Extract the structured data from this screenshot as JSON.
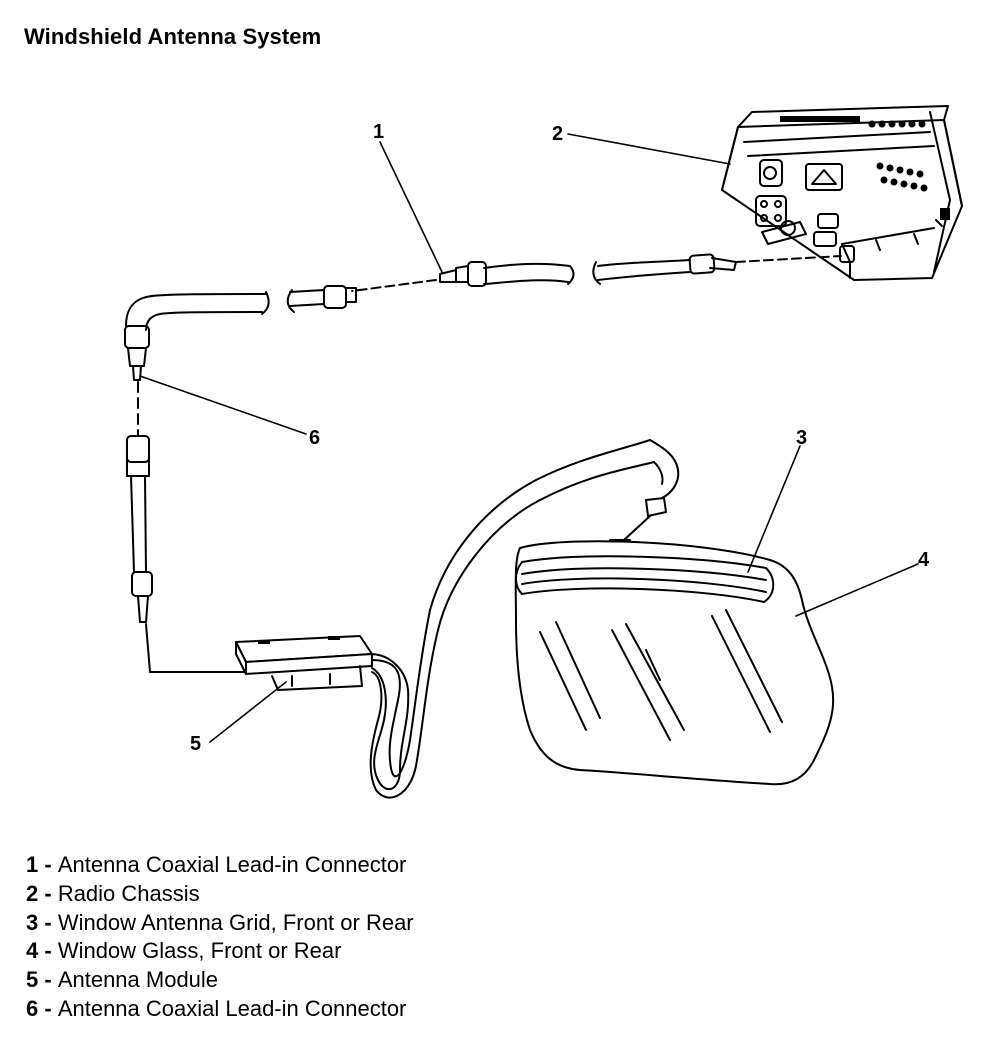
{
  "title": "Windshield Antenna System",
  "callouts": [
    "1",
    "2",
    "3",
    "4",
    "5",
    "6"
  ],
  "legend": [
    {
      "number": "1",
      "separator": " - ",
      "text": "Antenna Coaxial Lead-in Connector"
    },
    {
      "number": "2",
      "separator": " - ",
      "text": "Radio Chassis"
    },
    {
      "number": "3",
      "separator": " - ",
      "text": "Window Antenna Grid, Front or Rear"
    },
    {
      "number": "4",
      "separator": " - ",
      "text": "Window Glass, Front or Rear"
    },
    {
      "number": "5",
      "separator": " - ",
      "text": "Antenna Module"
    },
    {
      "number": "6",
      "separator": " - ",
      "text": "Antenna Coaxial Lead-in Connector"
    }
  ],
  "colors": {
    "ink": "#000000",
    "paper": "#ffffff"
  }
}
